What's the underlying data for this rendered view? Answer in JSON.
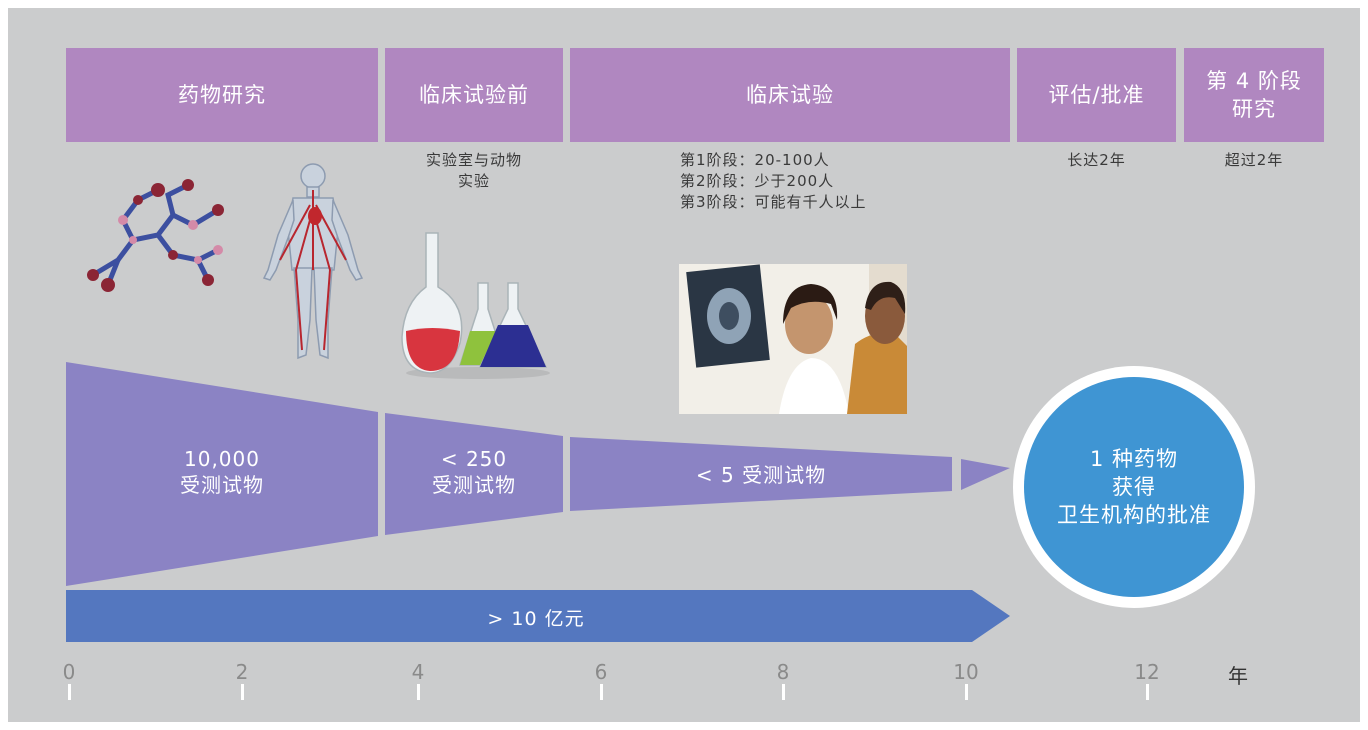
{
  "stages": [
    {
      "label": "药物研究"
    },
    {
      "label": "临床试验前"
    },
    {
      "label": "临床试验"
    },
    {
      "label": "评估/批准"
    },
    {
      "label_lines": [
        "第 4 阶段",
        "研究"
      ]
    }
  ],
  "stage_notes": {
    "preclinical": [
      "实验室与动物",
      "实验"
    ],
    "clinical": [
      "第1阶段：20-100人",
      "第2阶段：少于200人",
      "第3阶段：可能有千人以上"
    ],
    "approval": "长达2年",
    "phase4": "超过2年"
  },
  "funnel": {
    "research": {
      "count": "10,000",
      "unit": "受测试物"
    },
    "preclinical": {
      "count": "< 250",
      "unit": "受测试物"
    },
    "clinical": {
      "label": "< 5 受测试物"
    }
  },
  "cost": {
    "label": "> 10 亿元"
  },
  "approval": {
    "lines": [
      "1 种药物",
      "获得",
      "卫生机构的批准"
    ]
  },
  "axis": {
    "ticks": [
      "0",
      "2",
      "4",
      "6",
      "8",
      "10",
      "12"
    ],
    "unit": "年"
  },
  "colors": {
    "background": "#cbcccd",
    "stage_header": "#b087c0",
    "funnel": "#8b83c4",
    "cost_arrow": "#5477bf",
    "approval_circle": "#3f95d3"
  },
  "icons": [
    "molecule-icon",
    "human-body-icon",
    "lab-flasks-icon",
    "doctor-xray-photo"
  ]
}
